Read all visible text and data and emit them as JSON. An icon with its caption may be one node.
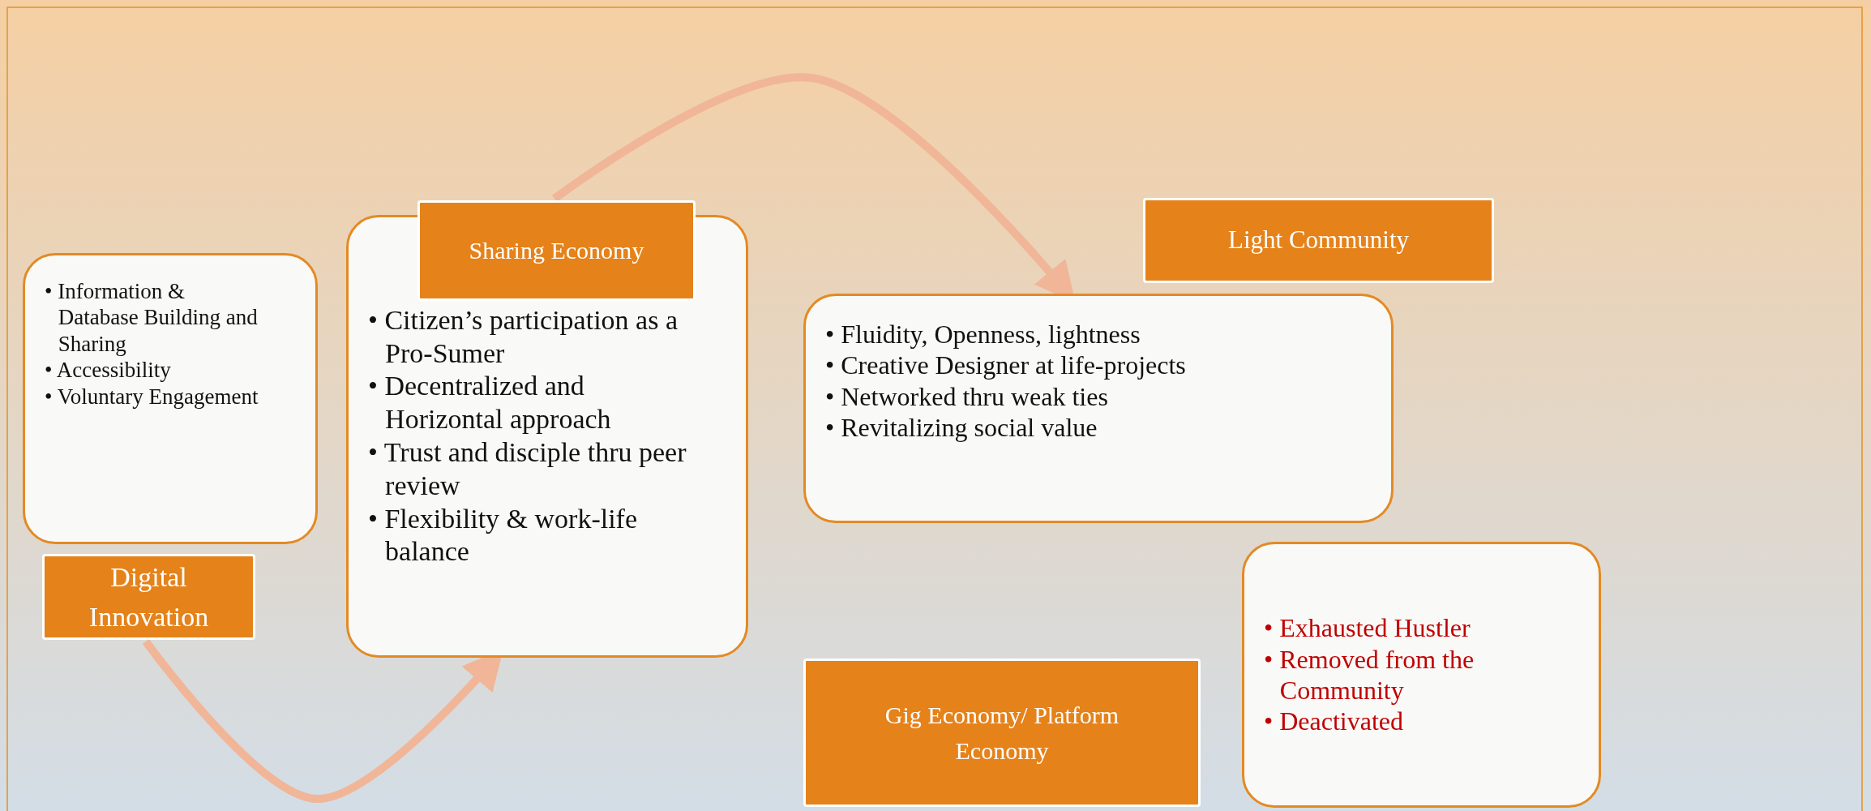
{
  "diagram": {
    "nodes": [
      {
        "text": [
          "• Information & Database Building and Sharing",
          "• Accessibility",
          "• Voluntary Engagement"
        ]
      },
      {
        "text": [
          "Digital Innovation"
        ]
      },
      {
        "text": [
          "Sharing Economy"
        ]
      },
      {
        "text": [
          "• Citizen’s participation as a Pro-Sumer",
          "• Decentralized and Horizontal approach",
          "• Trust and disciple thru peer review",
          "• Flexibility & work-life balance"
        ]
      },
      {
        "text": [
          "Light Community"
        ]
      },
      {
        "text": [
          "• Fluidity, Openness, lightness",
          "• Creative Designer at life-projects",
          "• Networked thru weak ties",
          "• Revitalizing social value"
        ]
      },
      {
        "text": [
          "• Exhausted Hustler",
          "• Removed from the Community",
          "• Deactivated"
        ]
      },
      {
        "text": [
          "Gig Economy/ Platform Economy"
        ]
      }
    ],
    "edges": [
      {
        "from": 1,
        "to": 3,
        "arrow": "to"
      },
      {
        "from": 2,
        "to": 5,
        "arrow": "to"
      }
    ]
  }
}
